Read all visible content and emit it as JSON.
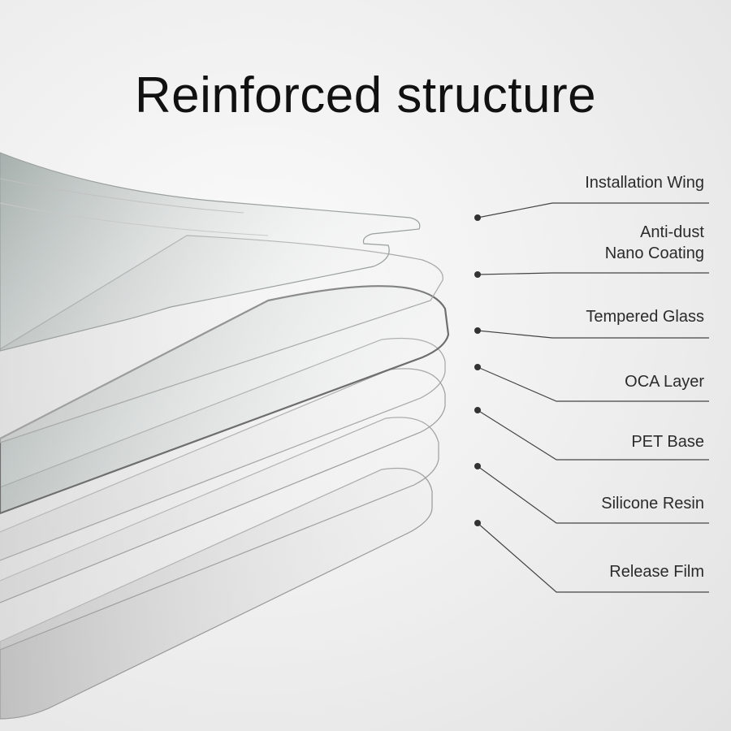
{
  "title": "Reinforced structure",
  "layers": [
    {
      "label": "Installation Wing"
    },
    {
      "label_line1": "Anti-dust",
      "label_line2": "Nano Coating"
    },
    {
      "label": "Tempered Glass"
    },
    {
      "label": "OCA Layer"
    },
    {
      "label": "PET Base"
    },
    {
      "label": "Silicone Resin"
    },
    {
      "label": "Release Film"
    }
  ],
  "colors": {
    "background": "#eeeeee",
    "text": "#2b2b2b",
    "leader_line": "#444444",
    "glass_tint": "#9fa8a6"
  }
}
